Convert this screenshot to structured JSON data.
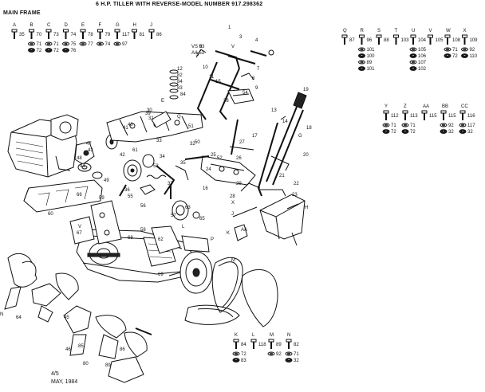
{
  "header": {
    "title": "6 H.P. TILLER WITH REVERSE-MODEL NUMBER 917.298362",
    "section": "MAIN FRAME"
  },
  "footer": {
    "code": "4/5",
    "date": "MAY, 1984"
  },
  "hardware_groups": {
    "top_left": [
      {
        "letter": "A",
        "parts": [
          "35"
        ]
      },
      {
        "letter": "B",
        "parts": [
          "70",
          "71",
          "72"
        ]
      },
      {
        "letter": "C",
        "parts": [
          "73",
          "71",
          "72"
        ]
      },
      {
        "letter": "D",
        "parts": [
          "74",
          "75",
          "76"
        ]
      },
      {
        "letter": "E",
        "parts": [
          "78",
          "77"
        ]
      },
      {
        "letter": "F",
        "parts": [
          "79",
          "74"
        ]
      },
      {
        "letter": "G",
        "parts": [
          "117",
          "97"
        ]
      },
      {
        "letter": "H",
        "parts": [
          "81"
        ]
      },
      {
        "letter": "J",
        "parts": [
          "86"
        ]
      }
    ],
    "top_right": [
      {
        "letter": "Q",
        "parts": [
          "87"
        ]
      },
      {
        "letter": "R",
        "parts": [
          "96",
          "101",
          "100",
          "89",
          "101"
        ]
      },
      {
        "letter": "S",
        "parts": [
          "88"
        ]
      },
      {
        "letter": "T",
        "parts": [
          "103"
        ]
      },
      {
        "letter": "U",
        "parts": [
          "104",
          "105",
          "106",
          "107",
          "102"
        ]
      },
      {
        "letter": "V",
        "parts": [
          "105"
        ]
      },
      {
        "letter": "W",
        "parts": [
          "108",
          "71",
          "72"
        ]
      },
      {
        "letter": "X",
        "parts": [
          "109",
          "92",
          "110"
        ]
      }
    ],
    "mid_right": [
      {
        "letter": "Y",
        "parts": [
          "112",
          "71",
          "72"
        ]
      },
      {
        "letter": "Z",
        "parts": [
          "113",
          "71",
          "72"
        ]
      },
      {
        "letter": "AA",
        "parts": [
          "115"
        ]
      },
      {
        "letter": "BB",
        "parts": [
          "115",
          "92",
          "32"
        ]
      },
      {
        "letter": "CC",
        "parts": [
          "116",
          "117",
          "32"
        ]
      }
    ],
    "bottom": [
      {
        "letter": "K",
        "parts": [
          "84",
          "72",
          "83"
        ]
      },
      {
        "letter": "L",
        "parts": [
          "118"
        ]
      },
      {
        "letter": "M",
        "parts": [
          "89",
          "92"
        ]
      },
      {
        "letter": "N",
        "parts": [
          "82",
          "71",
          "32"
        ]
      }
    ]
  },
  "callouts": {
    "upper_handle": [
      "1",
      "3",
      "4",
      "6",
      "5",
      "7",
      "8",
      "9",
      "10",
      "11",
      "15",
      "VS 93",
      "AA 53",
      "54",
      "38",
      "12",
      "82",
      "84",
      "83",
      "84",
      "V"
    ],
    "right_handle": [
      "19",
      "13",
      "14",
      "18",
      "17",
      "20",
      "21",
      "22",
      "23",
      "G",
      "H"
    ],
    "center": [
      "30",
      "31",
      "32",
      "33",
      "34",
      "35",
      "36",
      "37",
      "39",
      "40",
      "41",
      "42",
      "43",
      "44",
      "47",
      "48",
      "49",
      "50",
      "51",
      "52",
      "53",
      "55",
      "56",
      "57",
      "58",
      "59",
      "60",
      "61",
      "62",
      "63",
      "65",
      "66",
      "67",
      "68",
      "69",
      "24",
      "25",
      "26",
      "27",
      "28",
      "29",
      "16",
      "X",
      "J",
      "L",
      "K",
      "AA",
      "P",
      "Q",
      "E",
      "V"
    ],
    "tines": [
      "64",
      "45",
      "46",
      "85",
      "86",
      "89",
      "80",
      "M",
      "N"
    ]
  }
}
